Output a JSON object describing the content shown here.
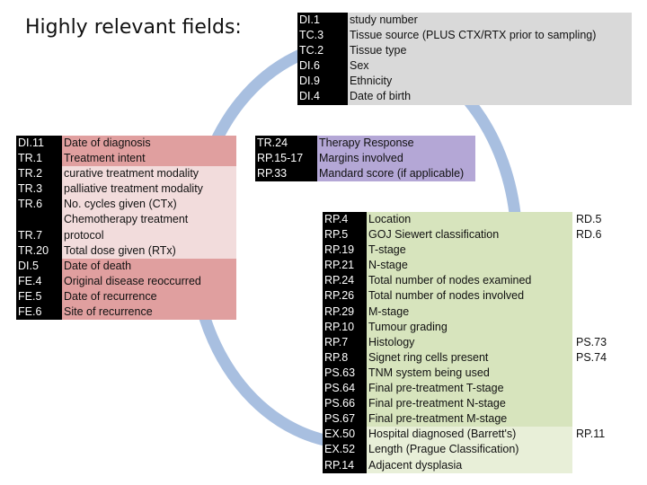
{
  "title": "Highly relevant fields:",
  "colors": {
    "ring": "#a8bfe0",
    "code_bg": "#000000",
    "grey": "#d9d9d9",
    "pink": "#e09f9f",
    "light_pink": "#f2dcdc",
    "purple": "#b4a7d6",
    "green": "#d7e4bd",
    "light_green": "#e8efd8"
  },
  "table1": [
    {
      "code": "DI.1",
      "desc": "study number"
    },
    {
      "code": "TC.3",
      "desc": "Tissue source (PLUS CTX/RTX prior to sampling)"
    },
    {
      "code": "TC.2",
      "desc": "Tissue type"
    },
    {
      "code": "DI.6",
      "desc": "Sex"
    },
    {
      "code": "DI.9",
      "desc": "Ethnicity"
    },
    {
      "code": "DI.4",
      "desc": "Date of birth"
    }
  ],
  "table2": [
    {
      "code": "DI.11",
      "desc": "Date of diagnosis",
      "shade": "pink"
    },
    {
      "code": "TR.1",
      "desc": "Treatment intent",
      "shade": "pink"
    },
    {
      "code": "TR.2",
      "desc": "curative treatment modality",
      "shade": "lpink"
    },
    {
      "code": "TR.3",
      "desc": "palliative treatment modality",
      "shade": "lpink"
    },
    {
      "code": "TR.6",
      "desc": "No. cycles given (CTx)",
      "shade": "lpink"
    },
    {
      "code": "",
      "desc": "Chemotherapy treatment",
      "shade": "lpink"
    },
    {
      "code": "TR.7",
      "desc": "protocol",
      "shade": "lpink"
    },
    {
      "code": "TR.20",
      "desc": "Total dose given (RTx)",
      "shade": "lpink"
    },
    {
      "code": "DI.5",
      "desc": "Date of death",
      "shade": "pink"
    },
    {
      "code": "FE.4",
      "desc": "Original disease reoccurred",
      "shade": "pink"
    },
    {
      "code": "FE.5",
      "desc": "Date of recurrence",
      "shade": "pink"
    },
    {
      "code": "FE.6",
      "desc": "Site of recurrence",
      "shade": "pink"
    }
  ],
  "table3": [
    {
      "code": "TR.24",
      "desc": "Therapy Response"
    },
    {
      "code": "RP.15-17",
      "desc": "Margins involved"
    },
    {
      "code": "RP.33",
      "desc": "Mandard score (if applicable)"
    }
  ],
  "table4": [
    {
      "code": "RP.4",
      "desc": "Location",
      "right": "RD.5",
      "shade": "green"
    },
    {
      "code": "RP.5",
      "desc": "GOJ Siewert classification",
      "right": "RD.6",
      "shade": "green"
    },
    {
      "code": "RP.19",
      "desc": "T-stage",
      "right": "",
      "shade": "green"
    },
    {
      "code": "RP.21",
      "desc": "N-stage",
      "right": "",
      "shade": "green"
    },
    {
      "code": "RP.24",
      "desc": "Total number of nodes examined",
      "right": "",
      "shade": "green"
    },
    {
      "code": "RP.26",
      "desc": "Total number of nodes involved",
      "right": "",
      "shade": "green"
    },
    {
      "code": "RP.29",
      "desc": "M-stage",
      "right": "",
      "shade": "green"
    },
    {
      "code": "RP.10",
      "desc": "Tumour grading",
      "right": "",
      "shade": "green"
    },
    {
      "code": "RP.7",
      "desc": "Histology",
      "right": "PS.73",
      "shade": "green"
    },
    {
      "code": "RP.8",
      "desc": "Signet ring cells present",
      "right": "PS.74",
      "shade": "green"
    },
    {
      "code": "PS.63",
      "desc": "TNM system being used",
      "right": "",
      "shade": "green"
    },
    {
      "code": "PS.64",
      "desc": "Final pre-treatment T-stage",
      "right": "",
      "shade": "green"
    },
    {
      "code": "PS.66",
      "desc": "Final pre-treatment N-stage",
      "right": "",
      "shade": "green"
    },
    {
      "code": "PS.67",
      "desc": "Final pre-treatment M-stage",
      "right": "",
      "shade": "green"
    },
    {
      "code": "EX.50",
      "desc": "Hospital diagnosed (Barrett's)",
      "right": "RP.11",
      "shade": "lgreen"
    },
    {
      "code": "EX.52",
      "desc": "Length (Prague Classification)",
      "right": "",
      "shade": "lgreen"
    },
    {
      "code": "RP.14",
      "desc": "Adjacent dysplasia",
      "right": "",
      "shade": "lgreen"
    }
  ]
}
